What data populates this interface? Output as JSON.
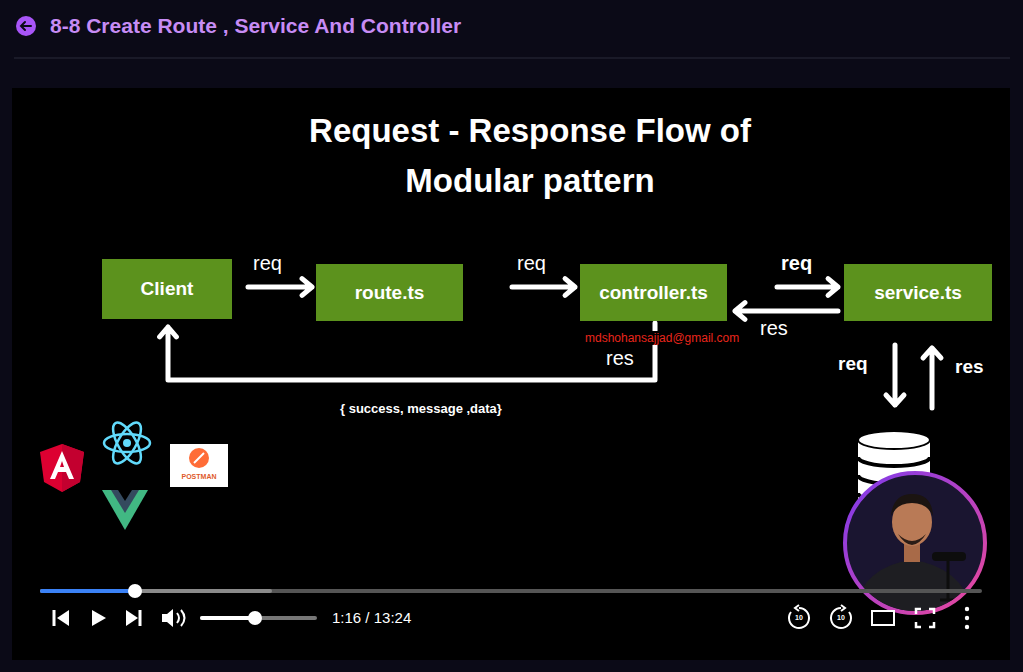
{
  "diagram": {
    "title": "Request - Response Flow of Modular pattern",
    "nodes": [
      {
        "text": [
          "Client"
        ]
      },
      {
        "text": [
          "route.ts"
        ]
      },
      {
        "text": [
          "controller.ts"
        ]
      },
      {
        "text": [
          "service.ts"
        ]
      }
    ],
    "edges": [
      {
        "from": 0,
        "to": 1,
        "label": "req",
        "arrow": "to"
      },
      {
        "from": 1,
        "to": 2,
        "label": "req",
        "arrow": "to"
      },
      {
        "from": 2,
        "to": 3,
        "label": "req",
        "arrow": "to"
      },
      {
        "from": 3,
        "to": 2,
        "label": "res",
        "arrow": "to"
      },
      {
        "from": 2,
        "to": 0,
        "label": "res",
        "arrow": "to"
      }
    ],
    "labels": [
      "8-8 Create Route , Service And Controller",
      "mdshohansajjad@gmail.com",
      "req",
      "res",
      "{ success, message ,data}",
      "POSTMAN",
      "1:16 / 13:24",
      "10",
      "10"
    ]
  }
}
